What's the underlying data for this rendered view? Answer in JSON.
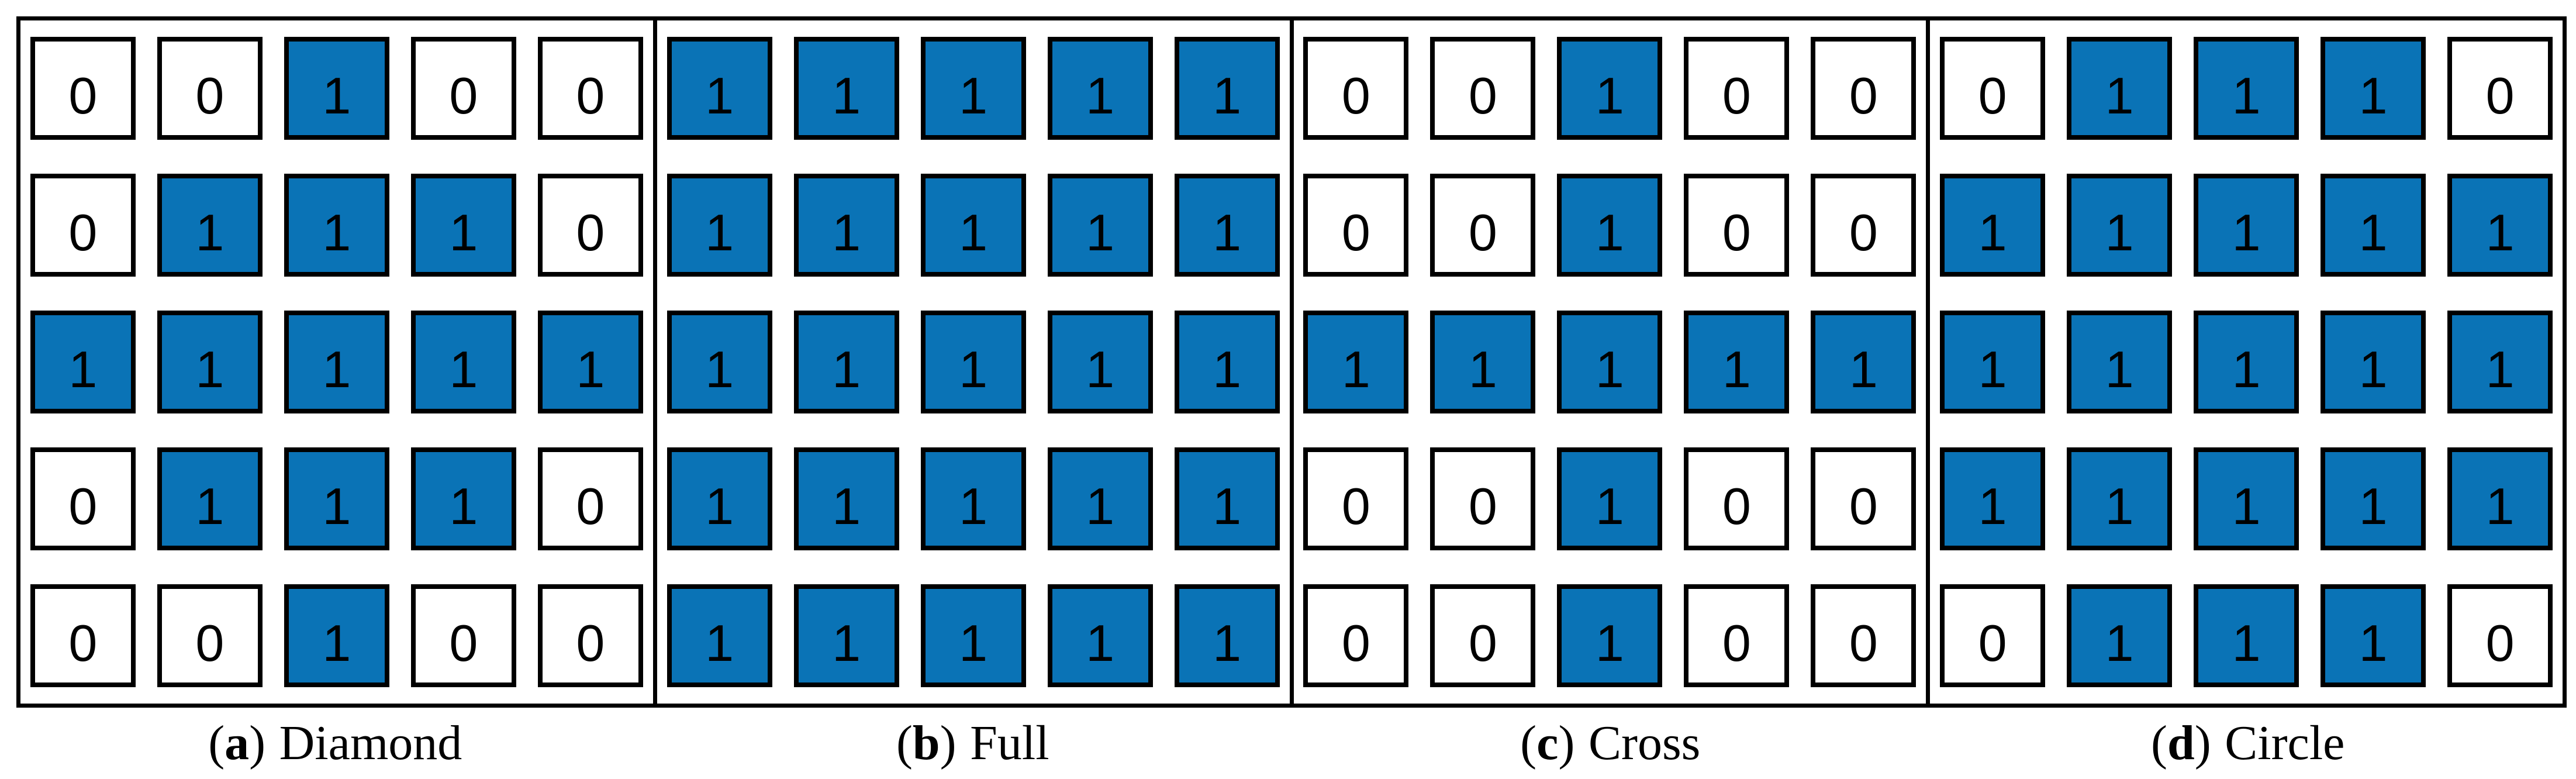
{
  "colors": {
    "filled_blue": "#0a73b6",
    "cell_white": "#ffffff",
    "border_black": "#000000",
    "digit_black": "#000000"
  },
  "cell_values": {
    "filled": "1",
    "empty": "0"
  },
  "panels": [
    {
      "letter": "a",
      "name": "Diamond",
      "paren_open": "(",
      "paren_close": ")",
      "grid": [
        [
          0,
          0,
          1,
          0,
          0
        ],
        [
          0,
          1,
          1,
          1,
          0
        ],
        [
          1,
          1,
          1,
          1,
          1
        ],
        [
          0,
          1,
          1,
          1,
          0
        ],
        [
          0,
          0,
          1,
          0,
          0
        ]
      ]
    },
    {
      "letter": "b",
      "name": "Full",
      "paren_open": "(",
      "paren_close": ")",
      "grid": [
        [
          1,
          1,
          1,
          1,
          1
        ],
        [
          1,
          1,
          1,
          1,
          1
        ],
        [
          1,
          1,
          1,
          1,
          1
        ],
        [
          1,
          1,
          1,
          1,
          1
        ],
        [
          1,
          1,
          1,
          1,
          1
        ]
      ]
    },
    {
      "letter": "c",
      "name": "Cross",
      "paren_open": "(",
      "paren_close": ")",
      "grid": [
        [
          0,
          0,
          1,
          0,
          0
        ],
        [
          0,
          0,
          1,
          0,
          0
        ],
        [
          1,
          1,
          1,
          1,
          1
        ],
        [
          0,
          0,
          1,
          0,
          0
        ],
        [
          0,
          0,
          1,
          0,
          0
        ]
      ]
    },
    {
      "letter": "d",
      "name": "Circle",
      "paren_open": "(",
      "paren_close": ")",
      "grid": [
        [
          0,
          1,
          1,
          1,
          0
        ],
        [
          1,
          1,
          1,
          1,
          1
        ],
        [
          1,
          1,
          1,
          1,
          1
        ],
        [
          1,
          1,
          1,
          1,
          1
        ],
        [
          0,
          1,
          1,
          1,
          0
        ]
      ]
    }
  ]
}
